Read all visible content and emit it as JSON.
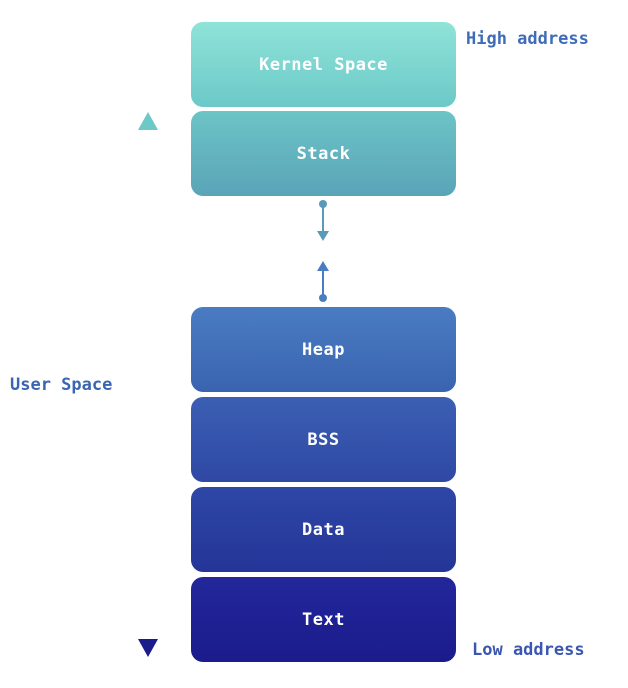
{
  "segments": {
    "kernel": "Kernel Space",
    "stack": "Stack",
    "heap": "Heap",
    "bss": "BSS",
    "data": "Data",
    "text": "Text"
  },
  "labels": {
    "high_address": "High address",
    "low_address": "Low address",
    "user_space": "User Space"
  },
  "colors": {
    "kernel": "#8fe3d8",
    "stack": "#5aa4b8",
    "heap": "#4a7cc2",
    "bss": "#3b5fb3",
    "data": "#2e47a6",
    "text": "#1b1b8c",
    "arrow_top": "#6cc9c8",
    "arrow_bottom": "#1b1b8c"
  }
}
